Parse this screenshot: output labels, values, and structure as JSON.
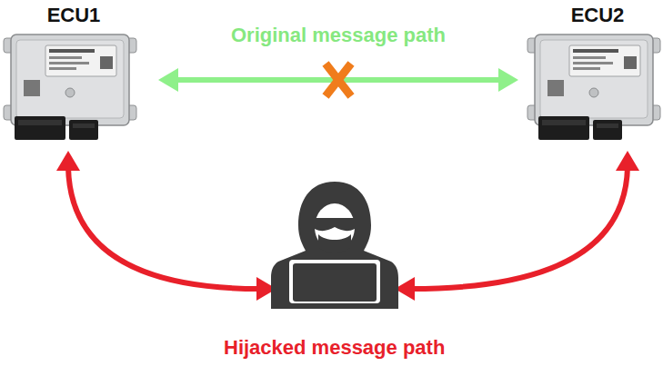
{
  "diagram": {
    "nodes": [
      {
        "text": [
          "ECU1"
        ]
      },
      {
        "text": [
          "ECU2"
        ]
      }
    ],
    "edges": [
      {
        "from": 0,
        "to": 1,
        "arrow": "both",
        "label": "Original message path"
      }
    ],
    "labels": [
      "Hijacked message path"
    ]
  }
}
